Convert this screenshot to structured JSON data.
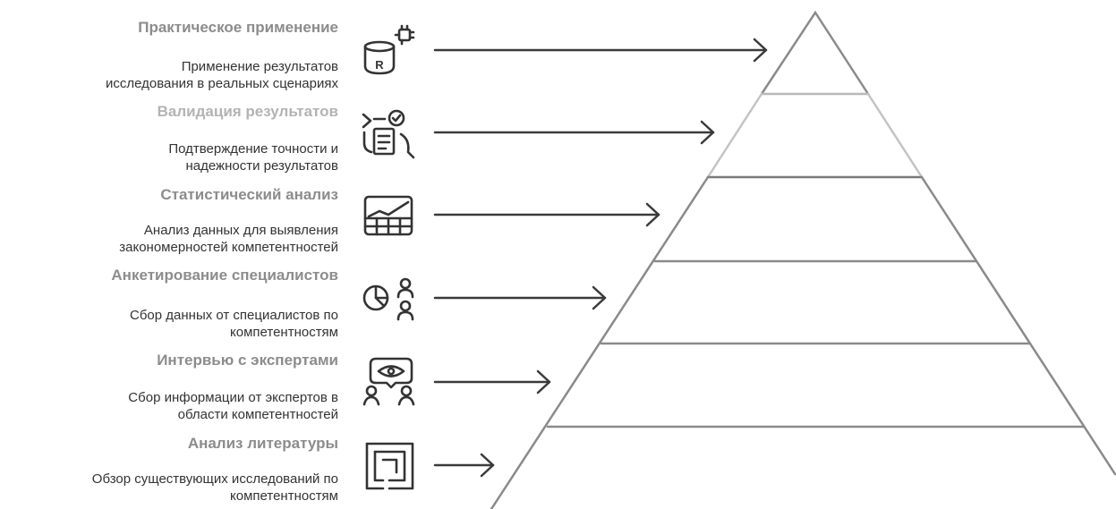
{
  "stages": [
    {
      "id": "practical",
      "title": "Практическое применение",
      "description_line1": "Применение результатов",
      "description_line2": "исследования в реальных сценариях",
      "icon": "database-chip-icon"
    },
    {
      "id": "validation",
      "title": "Валидация результатов",
      "description_line1": "Подтверждение точности и",
      "description_line2": "надежности результатов",
      "icon": "checklist-document-icon"
    },
    {
      "id": "statistics",
      "title": "Статистический анализ",
      "description_line1": "Анализ данных для выявления",
      "description_line2": "закономерностей компетентностей",
      "icon": "chart-table-icon"
    },
    {
      "id": "survey",
      "title": "Анкетирование специалистов",
      "description_line1": "Сбор данных от специалистов по",
      "description_line2": "компетентностям",
      "icon": "pie-chart-people-icon"
    },
    {
      "id": "interview",
      "title": "Интервью с экспертами",
      "description_line1": "Сбор информации от экспертов в",
      "description_line2": "области компетентностей",
      "icon": "eye-people-icon"
    },
    {
      "id": "literature",
      "title": "Анализ литературы",
      "description_line1": "Обзор существующих исследований по",
      "description_line2": "компетентностям",
      "icon": "nested-squares-icon"
    }
  ],
  "colors": {
    "title_gray": "#8c8c8c",
    "title_light": "#b3b3b3",
    "description": "#333333",
    "pyramid_line": "#8a8a8a",
    "pyramid_light": "#c4c4c4",
    "arrow": "#3a3a3a",
    "icon": "#333333"
  }
}
